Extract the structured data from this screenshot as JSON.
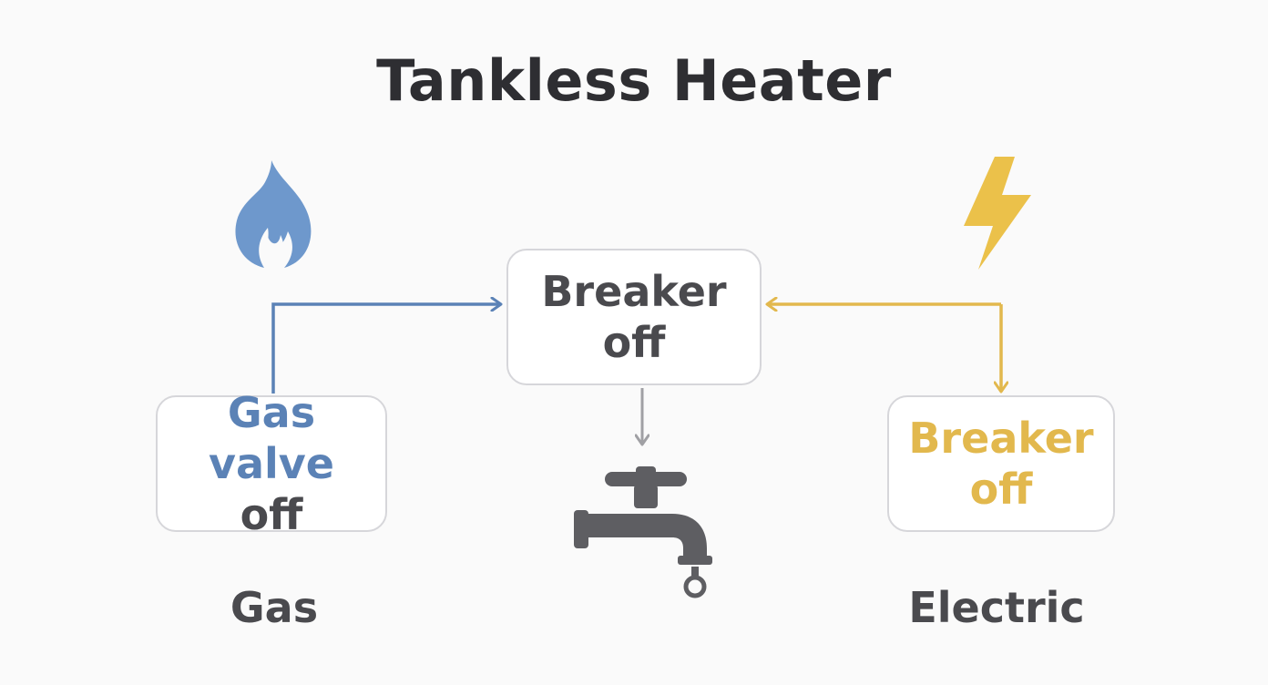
{
  "title": "Tankless Heater",
  "center_box": {
    "line1": "Breaker",
    "line2": "off"
  },
  "gas_box": {
    "line1": "Gas valve",
    "line2": "off"
  },
  "electric_box": {
    "line1": "Breaker",
    "line2": "off"
  },
  "captions": {
    "gas": "Gas",
    "electric": "Electric"
  },
  "colors": {
    "gas": "#5b82b6",
    "electric": "#e2b84d",
    "neutral": "#a0a0a4",
    "faucet": "#5e5e62",
    "text": "#4a4a4e"
  },
  "icons": {
    "gas": "flame-icon",
    "electric": "lightning-bolt-icon",
    "water": "faucet-icon"
  }
}
